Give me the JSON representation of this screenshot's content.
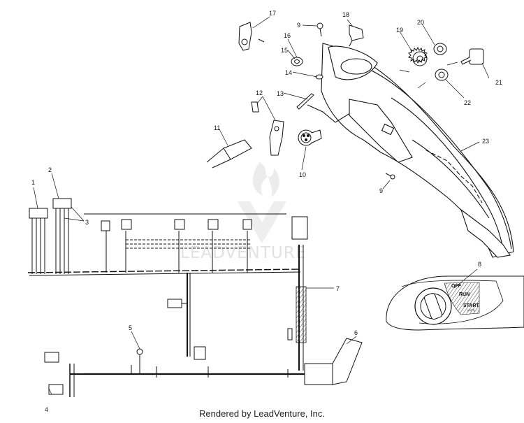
{
  "callouts": [
    "1",
    "2",
    "3",
    "4",
    "5",
    "6",
    "7",
    "8",
    "9",
    "10",
    "11",
    "12",
    "13",
    "14",
    "15",
    "16",
    "17",
    "18",
    "19",
    "20",
    "21",
    "22",
    "23"
  ],
  "switch_labels": {
    "off": "OFF",
    "run": "RUN",
    "start": "START",
    "opt": "(OPT)"
  },
  "watermark": "LEADVENTURE",
  "footer": "Rendered by LeadVenture, Inc."
}
